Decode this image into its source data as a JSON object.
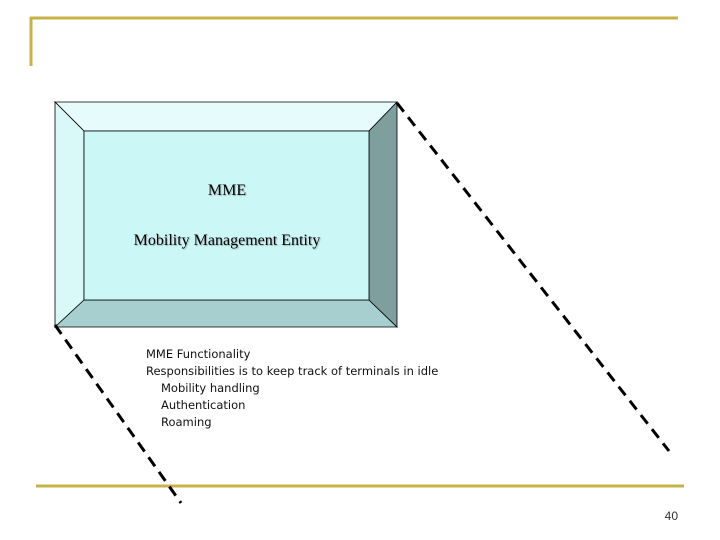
{
  "slide": {
    "box_title": "MME",
    "box_subtitle": "Mobility Management Entity",
    "functionality": {
      "heading": "MME Functionality",
      "responsibility": "Responsibilities is to keep track of terminals in idle",
      "items": [
        "Mobility handling",
        "Authentication",
        "Roaming"
      ]
    },
    "page_number": "40"
  },
  "colors": {
    "accent_rule": "#c9b14a",
    "bevel_light": "#e6fbfb",
    "bevel_face": "#ccf7f7",
    "bevel_bottom": "#a8cfcf",
    "bevel_right": "#7f9f9f",
    "dash_line": "#000000"
  }
}
